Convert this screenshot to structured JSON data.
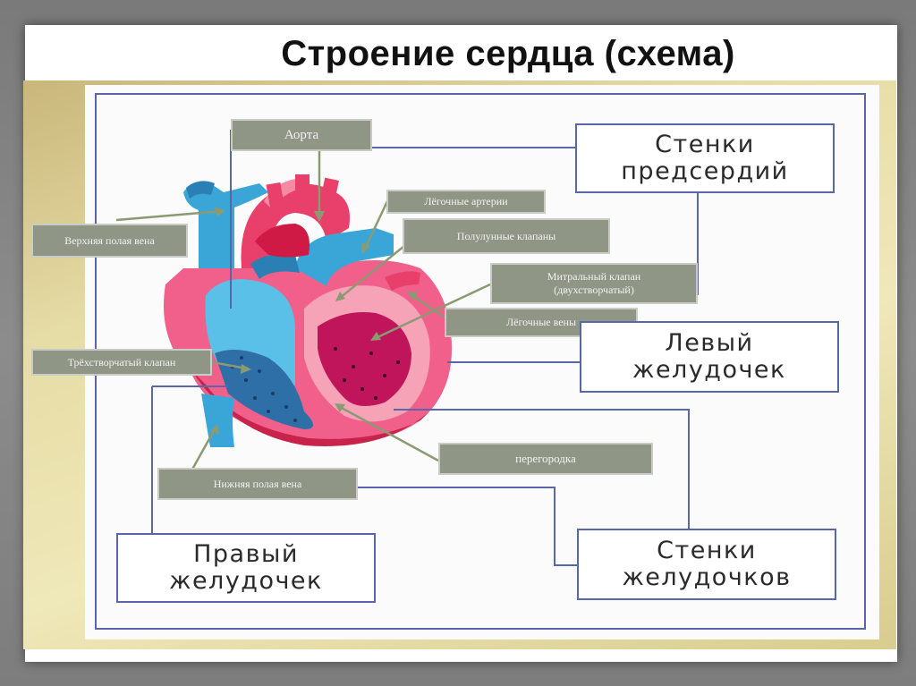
{
  "slide": {
    "title": "Строение сердца (схема)"
  },
  "labels": {
    "aorta": "Аорта",
    "pulmonary_arteries": "Лёгочные артерии",
    "superior_vena_cava": "Верхняя полая вена",
    "semilunar_valves": "Полулунные клапаны",
    "mitral_valve_line1": "Митральный клапан",
    "mitral_valve_line2": "(двухстворчатый)",
    "pulmonary_veins": "Лёгочные вены",
    "tricuspid_valve": "Трёхстворчатый клапан",
    "septum": "перегородка",
    "inferior_vena_cava": "Нижняя полая вена"
  },
  "boxes": {
    "atrial_walls_line1": "Стенки",
    "atrial_walls_line2": "предсердий",
    "left_ventricle_line1": "Левый",
    "left_ventricle_line2": "желудочек",
    "right_ventricle_line1": "Правый",
    "right_ventricle_line2": "желудочек",
    "ventricle_walls_line1": "Стенки",
    "ventricle_walls_line2": "желудочков"
  },
  "colors": {
    "frame_line": "#5a66a8",
    "label_fill": "#8f9686",
    "arrow": "#8a9a72",
    "heart_red": "#e8406a",
    "heart_blue": "#3aa6d8"
  }
}
